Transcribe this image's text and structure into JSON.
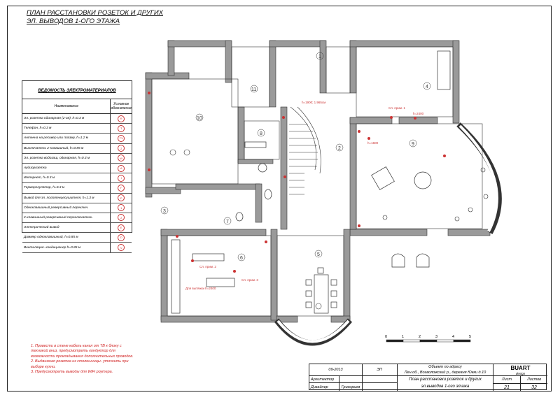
{
  "title": {
    "line1": "ПЛАН РАССТАНОВКИ РОЗЕТОК И ДРУГИХ",
    "line2": "ЭЛ. ВЫВОДОВ 1-ОГО ЭТАЖА"
  },
  "legend": {
    "title": "ВЕДОМОСТЬ ЭЛЕКТРОМАТЕРИАЛОВ",
    "col_name": "Наименование",
    "col_symbol": "Условное обозначение",
    "rows": [
      {
        "name": "Эл. розетка одинарная (2-ая), h=0.3 м",
        "sym": "R"
      },
      {
        "name": "Телефон, h=0.3 м",
        "sym": "T"
      },
      {
        "name": "Антенна на ресивер или плазму, h=1.2 м",
        "sym": "TV"
      },
      {
        "name": "Выключатель 2-клавишный, h=0.85 м",
        "sym": "2"
      },
      {
        "name": "Эл. розетка водозащ. одинарная, h=0.3 м",
        "sym": "W"
      },
      {
        "name": "Аудиорозетка",
        "sym": "A"
      },
      {
        "name": "Интернет, h=0.3 м",
        "sym": "I"
      },
      {
        "name": "Терморегулятор, h=0.3 м",
        "sym": "t°"
      },
      {
        "name": "Вывод для эл. полотенцесушителя, h=1.3 м",
        "sym": "P"
      },
      {
        "name": "Одноклавишный реверсивный переключ.",
        "sym": "1"
      },
      {
        "name": "2-клавишный реверсивный переключатель",
        "sym": "2"
      },
      {
        "name": "Электрический вывод",
        "sym": "E"
      },
      {
        "name": "Диммер одноклавишный, h=0.85 м",
        "sym": "D"
      },
      {
        "name": "Вентиляция- кондиционер h=0.85 м",
        "sym": "V"
      }
    ]
  },
  "notes": [
    "1. Провести в стене кабель канал от ТВ к блоку с",
    "техникой вниз, предусмотреть кондуктор для",
    "возможности прокладывания дополнительных проводов.",
    "2. Выдвижная розетка из столешницы- уточнить при",
    "выборе кухни.",
    "3. Предусмотреть выводы для WiFi роутера."
  ],
  "title_block": {
    "date": "09-2013",
    "stage": "ЭП",
    "object": "Объект по адресу",
    "address": "Лен.об., Всеволожский р., деревня Юкки д.10",
    "brand": "BUART",
    "brand_sub": "design",
    "architect_label": "Архитектор",
    "designer_label": "Дизайнер",
    "designer_name": "Григорьев",
    "sheet_title_1": "План расстановки розеток и других",
    "sheet_title_2": "эл.выводов 1-ого этажа",
    "sheet_label": "Лист",
    "sheets_label": "Листов",
    "sheet": "21",
    "sheets": "32"
  },
  "scale_labels": [
    "0",
    "1",
    "2",
    "3",
    "4",
    "5"
  ],
  "rooms": [
    "1",
    "2",
    "3",
    "4",
    "5",
    "6",
    "7",
    "8",
    "9",
    "10",
    "11"
  ],
  "callouts": [
    "h=1900; 1.965см",
    "h=2400",
    "h=1600",
    "Сл. прим. 1",
    "Сл. прим. 2",
    "Сл. прим. 3",
    "Для вытяжки h=2400"
  ]
}
